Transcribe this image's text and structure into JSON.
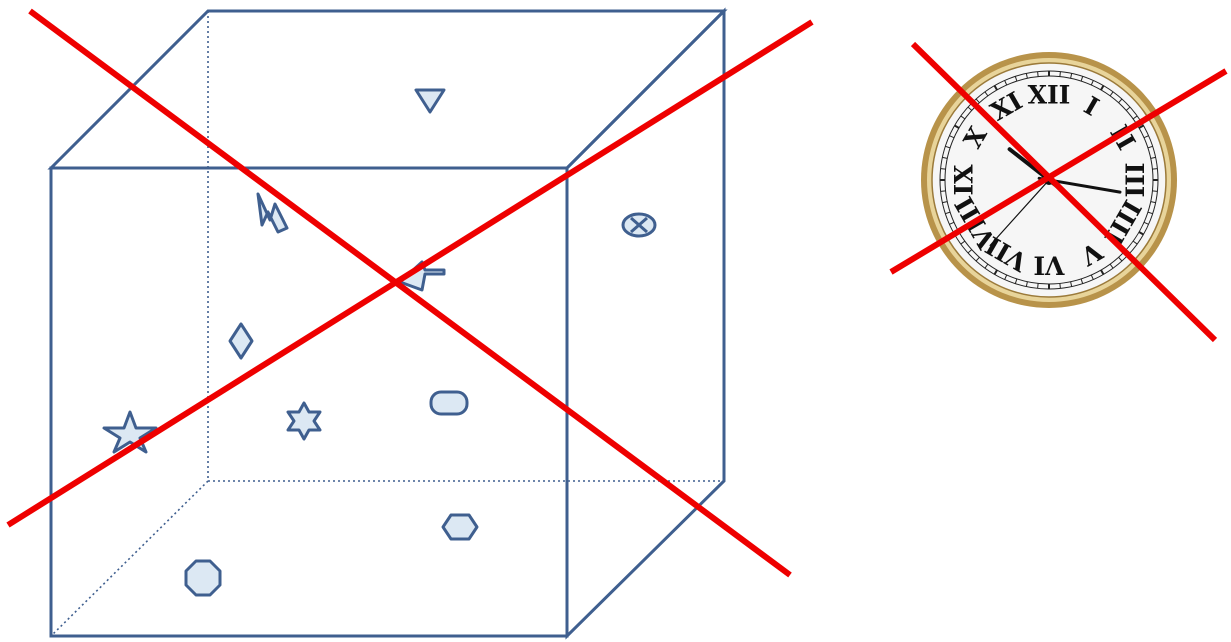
{
  "colors": {
    "cube_stroke": "#3f5f8f",
    "shape_fill": "#dce8f3",
    "cross_line": "#ee0000",
    "clock_rim_outer": "#b8934a",
    "clock_rim_inner": "#e8d49a",
    "clock_face": "#f6f6f6"
  },
  "cube": {
    "shapes": [
      {
        "name": "down-triangle"
      },
      {
        "name": "lightning-bolt"
      },
      {
        "name": "circled-x"
      },
      {
        "name": "right-arrow"
      },
      {
        "name": "diamond"
      },
      {
        "name": "rounded-rectangle"
      },
      {
        "name": "six-point-star"
      },
      {
        "name": "five-point-star"
      },
      {
        "name": "hexagon"
      },
      {
        "name": "octagon"
      }
    ]
  },
  "clock": {
    "numerals": [
      "XII",
      "I",
      "II",
      "III",
      "IIII",
      "V",
      "VI",
      "VII",
      "VIII",
      "IX",
      "X",
      "XI"
    ],
    "hands": {
      "hour": 10,
      "minute": 16,
      "second": 37
    }
  },
  "markers": {
    "cube_crossed": true,
    "clock_crossed": true
  }
}
